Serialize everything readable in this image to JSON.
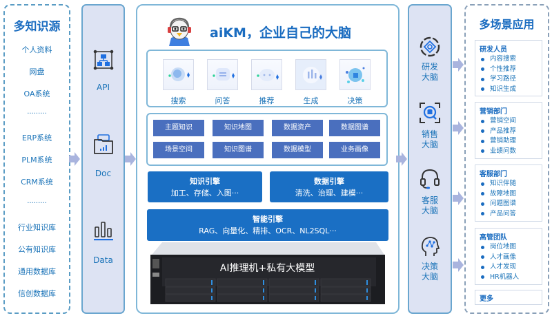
{
  "sources": {
    "title": "多知识源",
    "items": [
      "个人资料",
      "网盘",
      "OA系统",
      "·········",
      "ERP系统",
      "PLM系统",
      "CRM系统",
      "·········",
      "行业知识库",
      "公有知识库",
      "通用数据库",
      "信创数据库"
    ]
  },
  "connectors": {
    "items": [
      {
        "label": "API",
        "icon": "api-hierarchy-icon"
      },
      {
        "label": "Doc",
        "icon": "folder-chart-icon"
      },
      {
        "label": "Data",
        "icon": "bar-chart-icon"
      }
    ]
  },
  "center": {
    "headline": "aiKM，企业自己的大脑",
    "capabilities": [
      {
        "label": "搜索",
        "icon": "search-bubble-icon"
      },
      {
        "label": "问答",
        "icon": "chat-bubble-icon"
      },
      {
        "label": "推荐",
        "icon": "robot-face-icon"
      },
      {
        "label": "生成",
        "icon": "generate-icon"
      },
      {
        "label": "决策",
        "icon": "decision-icon"
      }
    ],
    "tiles": [
      "主题知识",
      "知识地图",
      "数据资产",
      "数据图谱",
      "场景空间",
      "知识图谱",
      "数据模型",
      "业务画像"
    ],
    "knowledge_engine": {
      "title": "知识引擎",
      "subtitle": "加工、存储、入图···"
    },
    "data_engine": {
      "title": "数据引擎",
      "subtitle": "清洗、治理、建模···"
    },
    "ai_engine": {
      "title": "智能引擎",
      "subtitle": "RAG、向量化、精排、OCR、NL2SQL···"
    },
    "server_label": "AI推理机+私有大模型"
  },
  "brains": [
    {
      "line1": "研发",
      "line2": "大脑",
      "icon": "rd-network-icon"
    },
    {
      "line1": "销售",
      "line2": "大脑",
      "icon": "sales-database-scan-icon"
    },
    {
      "line1": "客服",
      "line2": "大脑",
      "icon": "headset-icon"
    },
    {
      "line1": "决策",
      "line2": "大脑",
      "icon": "head-brain-icon"
    }
  ],
  "apps": {
    "title": "多场景应用",
    "departments": [
      {
        "title": "研发人员",
        "items": [
          "内容搜索",
          "个性推荐",
          "学习路径",
          "知识生成"
        ]
      },
      {
        "title": "营销部门",
        "items": [
          "营销空间",
          "产品推荐",
          "营销助理",
          "业绩问数"
        ]
      },
      {
        "title": "客服部门",
        "items": [
          "知识伴随",
          "故障地图",
          "问题图谱",
          "产品问答"
        ]
      },
      {
        "title": "高管团队",
        "items": [
          "岗位地图",
          "人才画像",
          "人才发现",
          "HR机器人"
        ]
      }
    ],
    "more": "更多"
  },
  "colors": {
    "primary_blue": "#1a6fc4",
    "tile_blue": "#4a6fbe",
    "text_blue": "#1a73b8",
    "panel_bg": "#dde3f3",
    "arrow": "#a9b4de"
  }
}
